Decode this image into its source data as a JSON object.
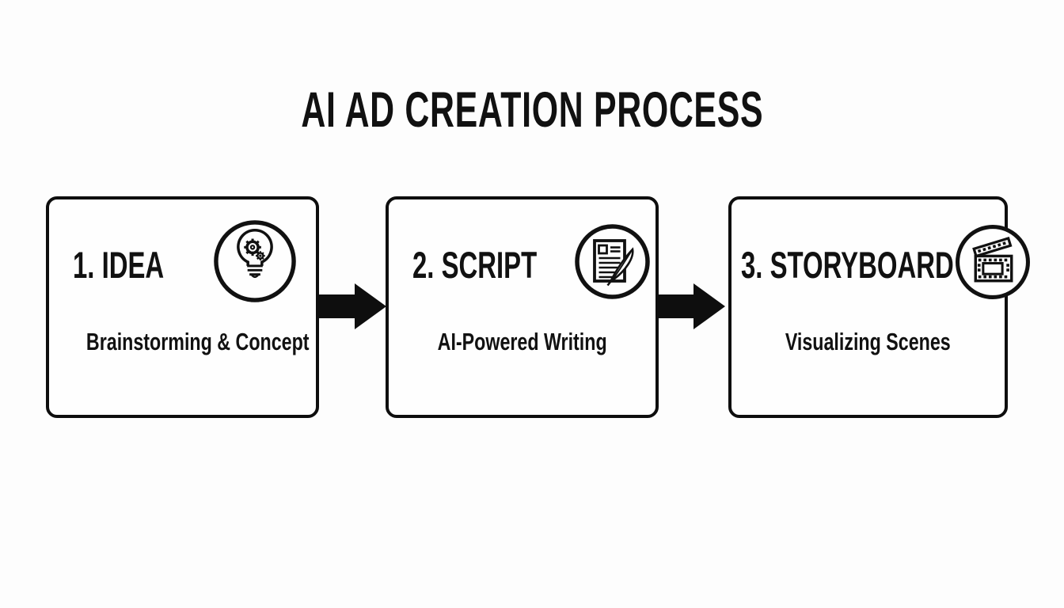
{
  "title": "AI AD CREATION PROCESS",
  "steps": [
    {
      "label": "1. IDEA",
      "subtitle": "Brainstorming & Concept",
      "icon": "lightbulb-gear-icon"
    },
    {
      "label": "2. SCRIPT",
      "subtitle": "AI-Powered Writing",
      "icon": "document-quill-icon"
    },
    {
      "label": "3. STORYBOARD",
      "subtitle": "Visualizing Scenes",
      "icon": "film-clapperboard-icon"
    }
  ],
  "colors": {
    "background": "#fdfdfd",
    "box_background": "#fefefe",
    "stroke": "#0e0e0e",
    "text": "#111111"
  }
}
